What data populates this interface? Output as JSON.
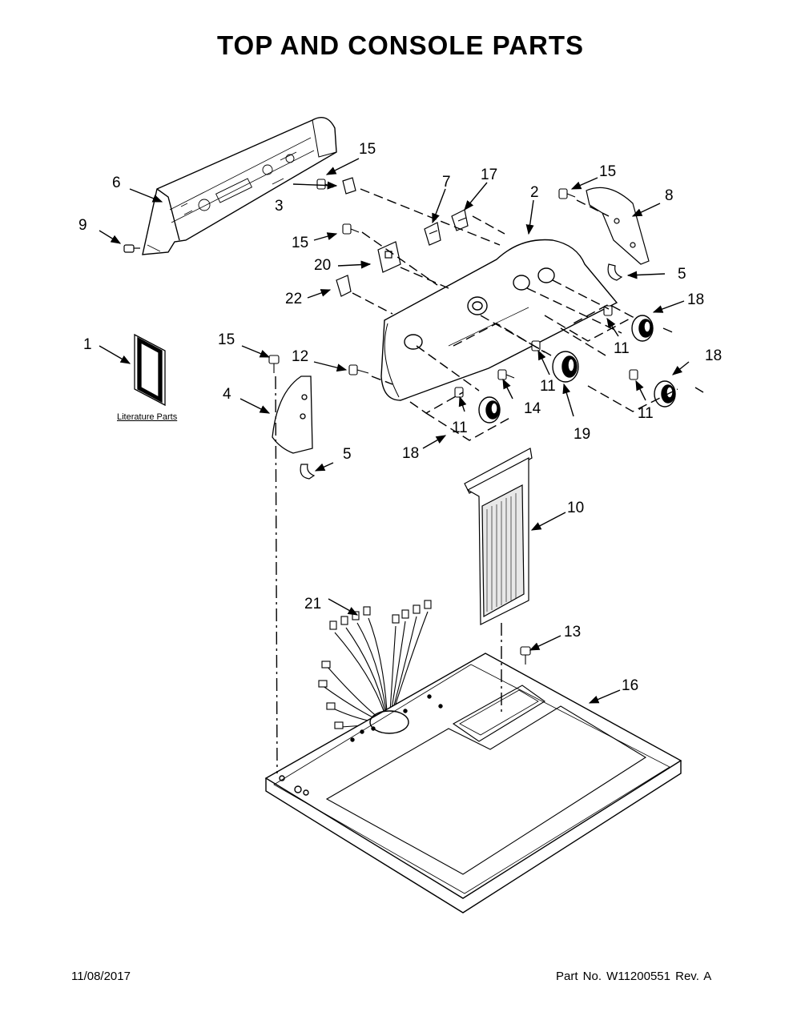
{
  "page": {
    "title": "TOP AND CONSOLE PARTS",
    "date": "11/08/2017",
    "part_number": "Part No.  W11200551  Rev.  A",
    "literature_label": "Literature Parts"
  },
  "callouts": {
    "c1": "1",
    "c2": "2",
    "c3": "3",
    "c4": "4",
    "c5a": "5",
    "c5b": "5",
    "c6": "6",
    "c7": "7",
    "c8": "8",
    "c9": "9",
    "c10": "10",
    "c11a": "11",
    "c11b": "11",
    "c11c": "11",
    "c11d": "11",
    "c12": "12",
    "c13": "13",
    "c14": "14",
    "c15a": "15",
    "c15b": "15",
    "c15c": "15",
    "c15d": "15",
    "c16": "16",
    "c17": "17",
    "c18a": "18",
    "c18b": "18",
    "c18c": "18",
    "c19": "19",
    "c20": "20",
    "c21": "21",
    "c22": "22"
  }
}
